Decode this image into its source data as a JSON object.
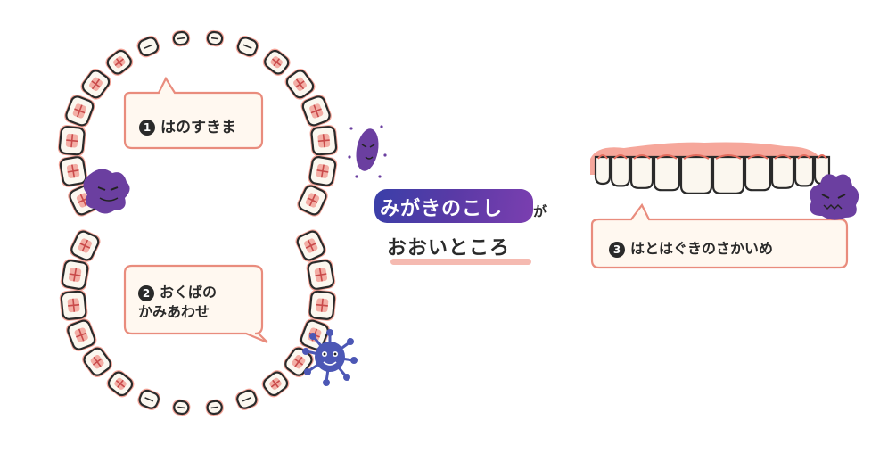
{
  "title": {
    "line1": "みがきのこし",
    "line1_suffix": "が",
    "line2": "おおいところ"
  },
  "callouts": [
    {
      "number": "1",
      "text": "はのすきま"
    },
    {
      "number": "2",
      "line1": "おくばの",
      "line2": "かみあわせ"
    },
    {
      "number": "3",
      "text": "はとはぐきのさかいめ"
    }
  ],
  "colors": {
    "gum": "#f6a79b",
    "tooth": "#fbf7ef",
    "outline": "#2a2a2a",
    "bubble_border": "#e98c7d",
    "germ_purple": "#6b3fa0",
    "germ_blue": "#4c57b5",
    "title_band": "#4a3fa8"
  }
}
